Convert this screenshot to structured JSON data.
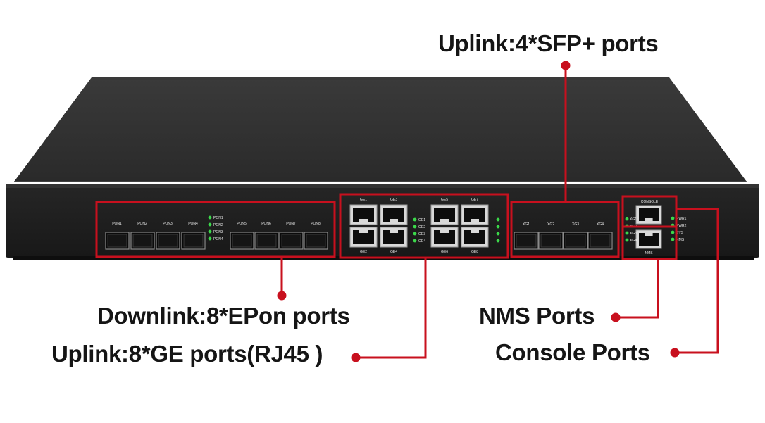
{
  "callouts": {
    "uplink_sfp": "Uplink:4*SFP+ ports",
    "downlink_epon": "Downlink:8*EPon ports",
    "uplink_ge": "Uplink:8*GE ports(RJ45 )",
    "nms": "NMS Ports",
    "console": "Console Ports"
  },
  "panel": {
    "pon_left": [
      "PON1",
      "PON2",
      "PON3",
      "PON4"
    ],
    "pon_right": [
      "PON5",
      "PON6",
      "PON7",
      "PON8"
    ],
    "pon_leds": [
      "PON1",
      "PON2",
      "PON3",
      "PON4"
    ],
    "ge_top": [
      "GE1",
      "GE3",
      "GE5",
      "GE7"
    ],
    "ge_bottom": [
      "GE2",
      "GE4",
      "GE6",
      "GE8"
    ],
    "ge_leds": [
      "GE1",
      "GE2",
      "GE3",
      "GE4"
    ],
    "sfp": [
      "XG1",
      "XG2",
      "XG3",
      "XG4"
    ],
    "console_label": "CONSOLE",
    "mgmt_label": "NMS",
    "status_leds": [
      "PWR1",
      "PWR2",
      "SYS",
      "NMS"
    ],
    "xg_leds": [
      "XG1",
      "XG2",
      "XG3",
      "XG4"
    ]
  },
  "colors": {
    "callout_red": "#c8101e",
    "chassis": "#2b2b2b",
    "front_panel": "#202020",
    "led_green": "#3bd84a"
  }
}
